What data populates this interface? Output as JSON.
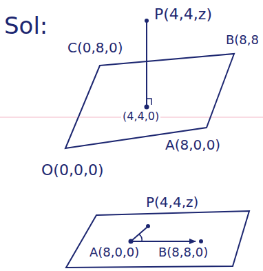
{
  "diagram": {
    "labels": [
      "Sol:",
      "P(4,4,z)",
      "C(0,8,0)",
      "B(8,8",
      "(4,4,0)",
      "A(8,0,0)",
      "O(0,0,0)",
      "P(4,4,z)",
      "A(8,0,0)",
      "B(8,8,0)"
    ]
  }
}
